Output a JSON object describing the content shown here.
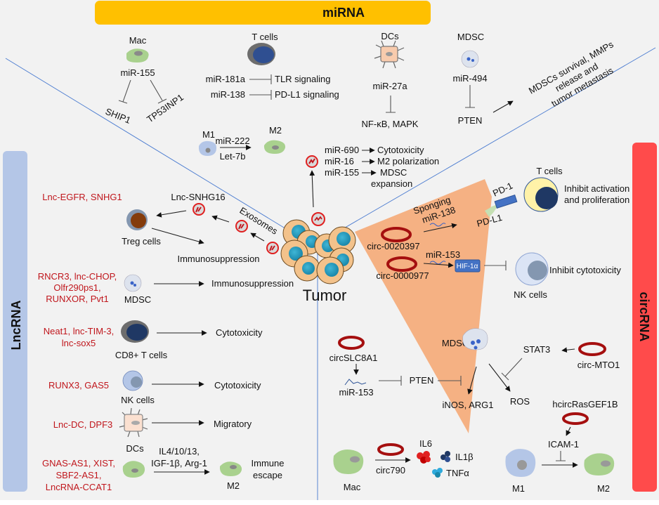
{
  "banners": {
    "mirna": {
      "label": "miRNA",
      "color": "#ffc000"
    },
    "lncrna": {
      "label": "LncRNA",
      "color": "#b4c6e7"
    },
    "circrna": {
      "label": "circRNA",
      "color": "#ff4b4b"
    }
  },
  "colors": {
    "background": "#f2f2f2",
    "regulator_text": "#c0161c",
    "fan": "#f5b183",
    "divider": "#4a7bd0"
  },
  "center": {
    "label": "Tumor"
  },
  "mirna": {
    "mac": {
      "cell": "Mac",
      "mirna": "miR-155",
      "targets": [
        "SHIP1",
        "TP53INP1"
      ]
    },
    "tcells": {
      "cell": "T cells",
      "rows": [
        {
          "mirna": "miR-181a",
          "target": "TLR signaling"
        },
        {
          "mirna": "miR-138",
          "target": "PD-L1 signaling"
        }
      ]
    },
    "dcs": {
      "cell": "DCs",
      "mirna": "miR-27a",
      "target": "NF-κB, MAPK"
    },
    "mdsc": {
      "cell": "MDSC",
      "mirna": "miR-494",
      "target": "PTEN",
      "outcome": [
        "MDSCs survival, MMPs",
        "release and",
        "tumor metastasis"
      ]
    },
    "polarization": {
      "from": "M1",
      "to": "M2",
      "mirna_top": "miR-222",
      "mirna_bottom": "Let-7b"
    },
    "exosomal": [
      {
        "mirna": "miR-690",
        "effect": "Cytotoxicity"
      },
      {
        "mirna": "miR-16",
        "effect": "M2 polarization"
      },
      {
        "mirna": "miR-155",
        "effect": "MDSC",
        "effect2": "expansion"
      }
    ]
  },
  "lncrna": {
    "treg": {
      "regulators": "Lnc-EGFR, SNHG1",
      "exo_lnc": "Lnc-SNHG16",
      "exosomes": "Exosomes",
      "cell": "Treg cells",
      "effect": "Immunosuppression"
    },
    "mdsc": {
      "regulators": [
        "RNCR3, lnc-CHOP,",
        "Olfr290ps1,",
        "RUNXOR, Pvt1"
      ],
      "cell": "MDSC",
      "effect": "Immunosuppression"
    },
    "cd8": {
      "regulators": [
        "Neat1, lnc-TIM-3,",
        "lnc-sox5"
      ],
      "cell": "CD8+ T cells",
      "effect": "Cytotoxicity"
    },
    "nk": {
      "regulators": [
        "RUNX3, GAS5"
      ],
      "cell": "NK cells",
      "effect": "Cytotoxicity"
    },
    "dc": {
      "regulators": [
        "Lnc-DC, DPF3"
      ],
      "cell": "DCs",
      "effect": "Migratory"
    },
    "mac": {
      "regulators": [
        "GNAS-AS1, XIST,",
        "SBF2-AS1,",
        "LncRNA-CCAT1"
      ],
      "factors": [
        "IL4/10/13,",
        "IGF-1β, Arg-1"
      ],
      "cell": "M2",
      "effect": [
        "Immune",
        "escape"
      ]
    }
  },
  "circrna": {
    "fan": {
      "circ1": "circ-0020397",
      "sponge": [
        "Sponging",
        "miR-138"
      ],
      "pd1": "PD-1",
      "pdl1": "PD-L1",
      "tcell": "T cells",
      "tcell_effect": [
        "Inhibit activation",
        "and proliferation"
      ],
      "circ2": "circ-0000977",
      "mir": "miR-153",
      "hif": "HIF-1α",
      "nk": "NK cells",
      "nk_effect": "Inhibit cytotoxicity"
    },
    "mdsc": {
      "circ": "circSLC8A1",
      "mir": "miR-153",
      "pten": "PTEN",
      "cell": "MDSC",
      "out1": "iNOS, ARG1",
      "out2": "ROS",
      "stat3": "STAT3",
      "circ_mto1": "circ-MTO1"
    },
    "mac": {
      "cell": "Mac",
      "circ": "circ790",
      "cytokines": [
        "IL6",
        "IL1β",
        "TNFα"
      ]
    },
    "polar": {
      "circ": "hcircRasGEF1B",
      "icam": "ICAM-1",
      "from": "M1",
      "to": "M2"
    }
  }
}
